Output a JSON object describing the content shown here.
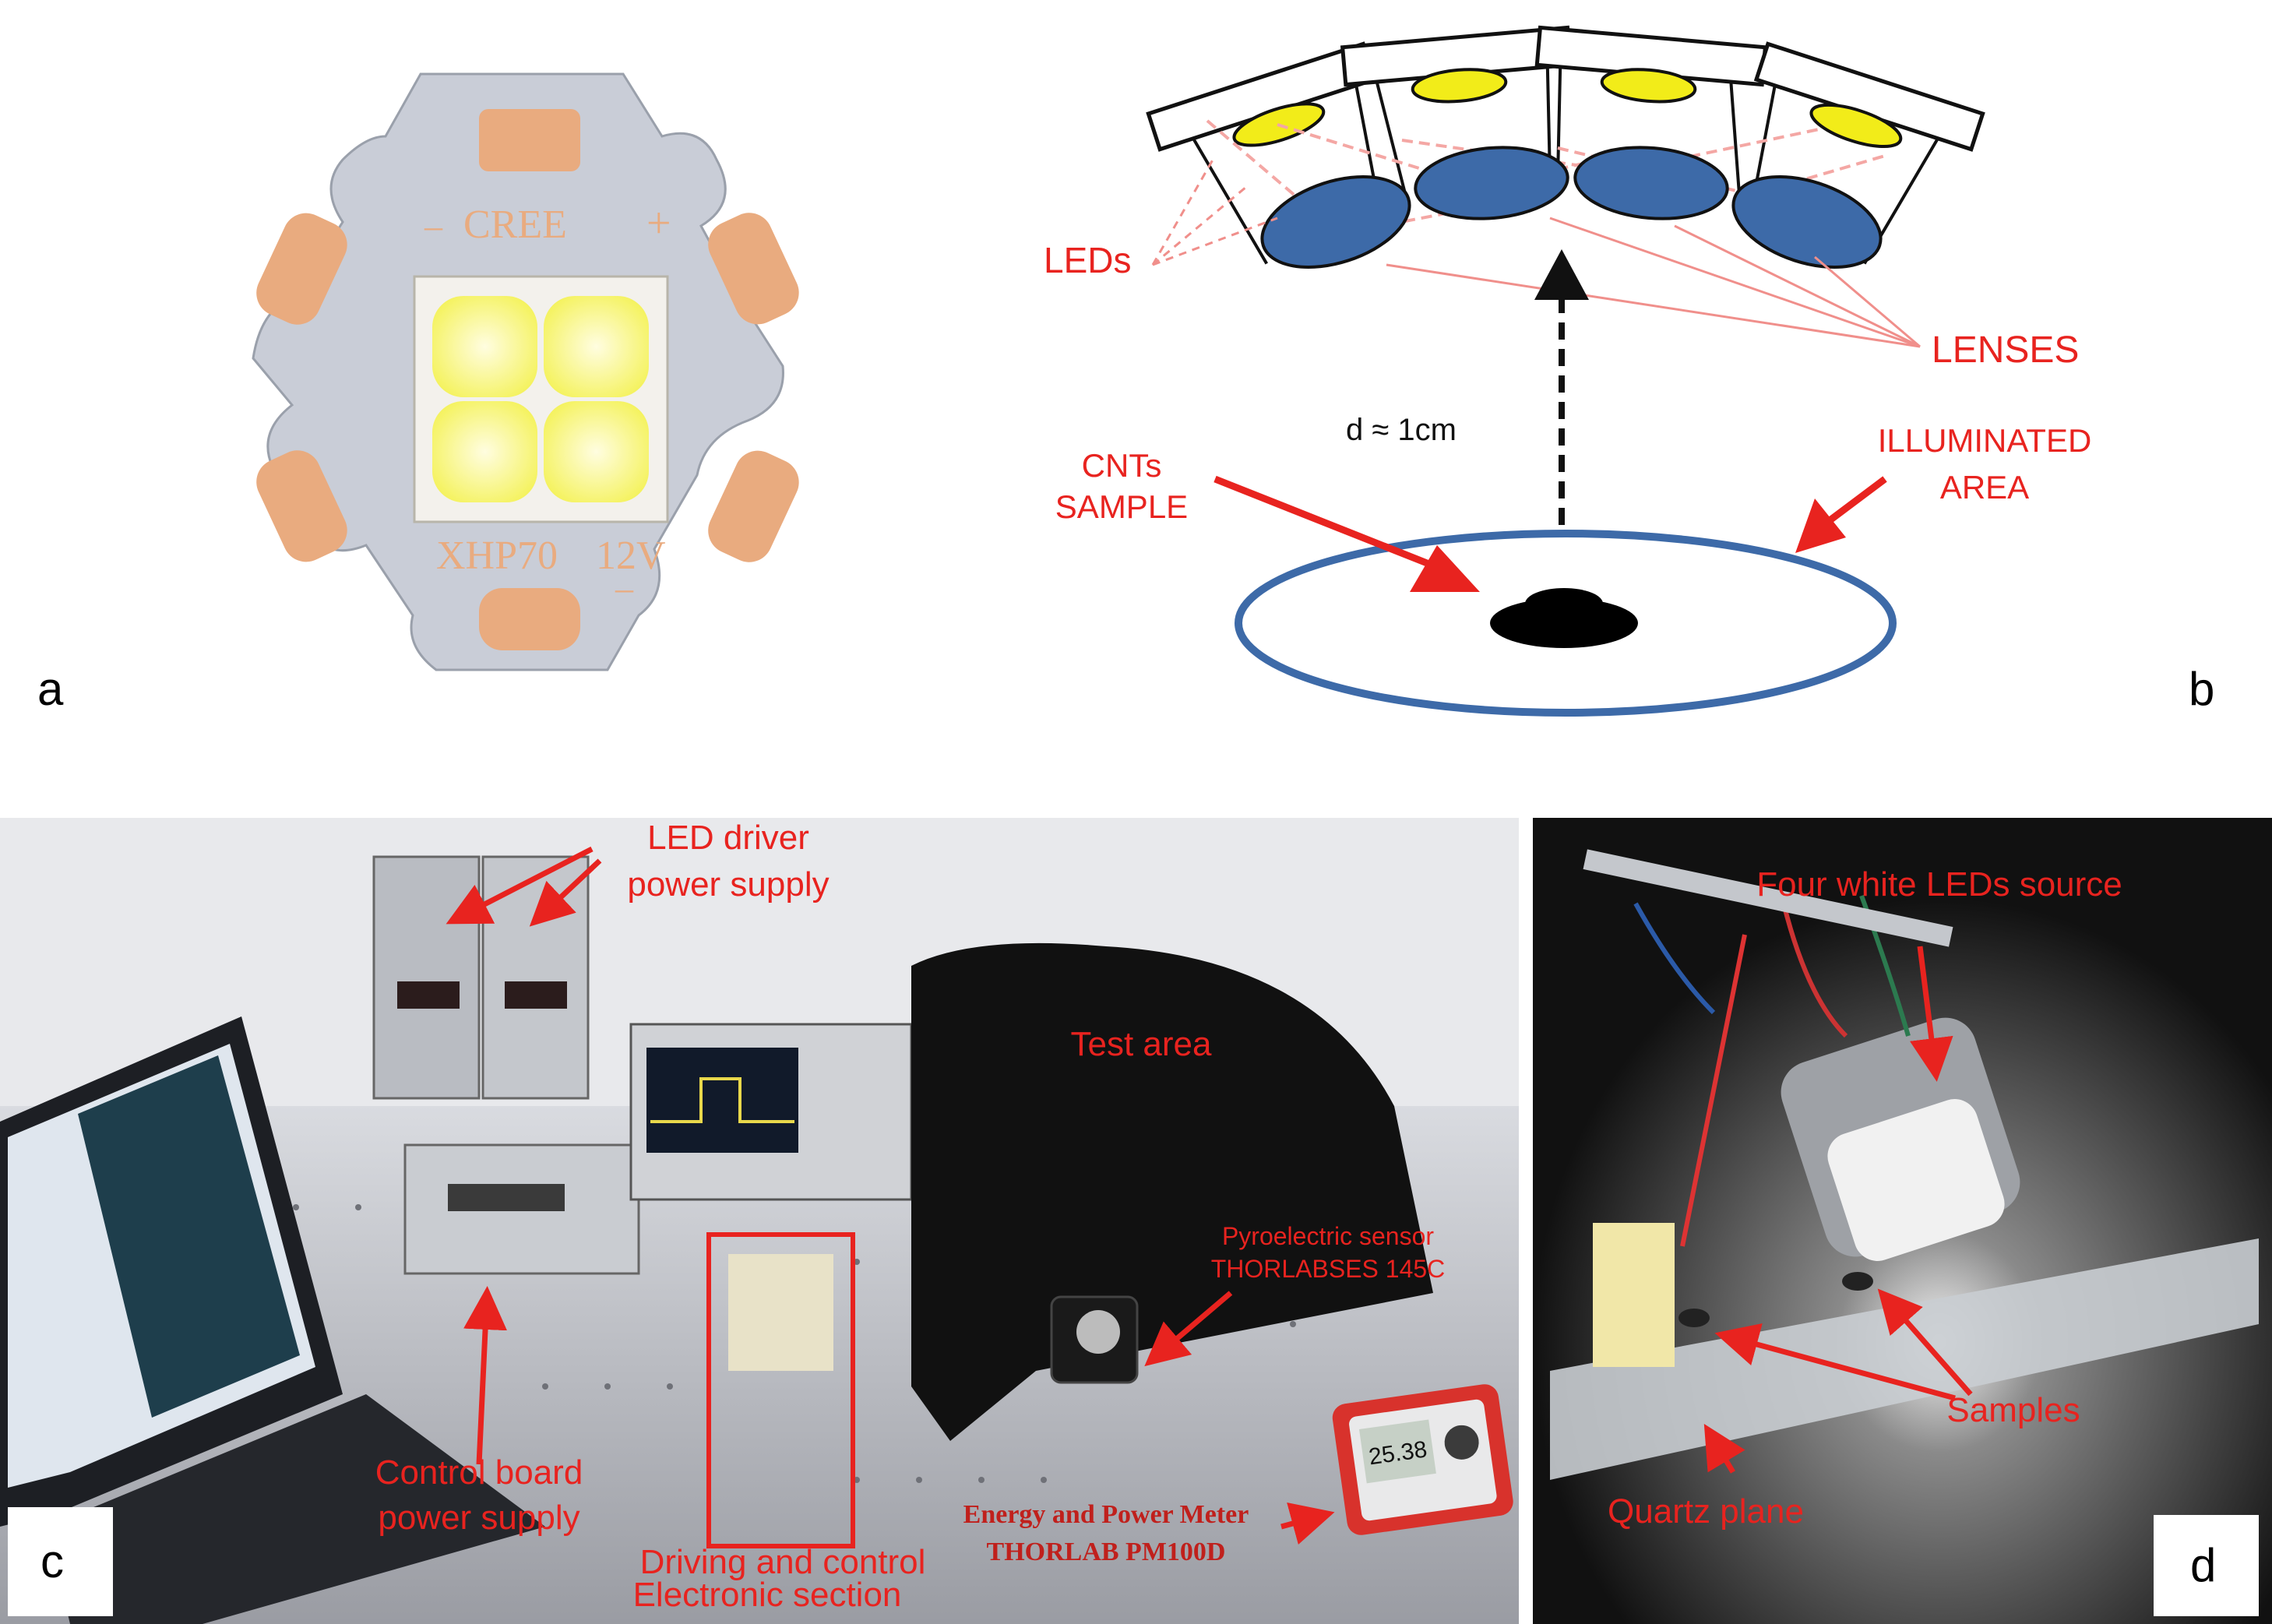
{
  "panels": {
    "a": {
      "letter": "a",
      "pcb_marks": {
        "minus": "–",
        "plus": "+",
        "top_text": "CREE",
        "bottom_left": "XHP70",
        "bottom_right": "12V",
        "bottom_minus": "–"
      }
    },
    "b": {
      "letter": "b",
      "labels": {
        "leds": "LEDs",
        "lenses": "LENSES",
        "distance": "d ≈ 1cm",
        "cnts_line1": "CNTs",
        "cnts_line2": "SAMPLE",
        "area_line1": "ILLUMINATED",
        "area_line2": "AREA"
      }
    },
    "c": {
      "letter": "c",
      "labels": {
        "led_driver_line1": "LED driver",
        "led_driver_line2": "power supply",
        "test_area": "Test area",
        "pyro_line1": "Pyroelectric sensor",
        "pyro_line2": "THORLABSES 145C",
        "control_line1": "Control board",
        "control_line2": "power supply",
        "driving_line1": "Driving and control",
        "driving_line2": "Electronic section",
        "meter_line1": "Energy and Power Meter",
        "meter_line2": "THORLAB PM100D",
        "meter_reading": "25.38"
      }
    },
    "d": {
      "letter": "d",
      "labels": {
        "source": "Four white LEDs source",
        "samples": "Samples",
        "quartz": "Quartz plane"
      }
    }
  },
  "colors": {
    "annotation_red": "#e8231f",
    "lens_blue": "#3d6aa8",
    "led_yellow": "#f2ec19",
    "pcb_gray": "#c8ccd6",
    "pad_orange": "#e8a97a"
  }
}
